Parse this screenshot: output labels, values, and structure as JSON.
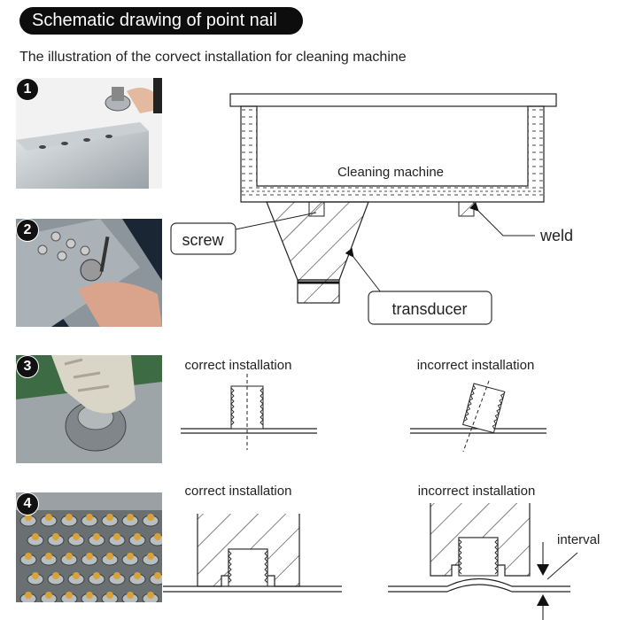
{
  "header": {
    "title": "Schematic drawing of point nail"
  },
  "subtitle": "The illustration of the corvect installation for cleaning machine",
  "steps": [
    {
      "number": "1"
    },
    {
      "number": "2"
    },
    {
      "number": "3"
    },
    {
      "number": "4"
    }
  ],
  "machine_diagram": {
    "machine_label": "Cleaning machine",
    "screw_label": "screw",
    "weld_label": "weld",
    "transducer_label": "transducer"
  },
  "section3": {
    "correct_label": "correct installation",
    "incorrect_label": "incorrect installation"
  },
  "section4": {
    "correct_label": "correct installation",
    "incorrect_label": "incorrect installation",
    "interval_label": "interval"
  }
}
